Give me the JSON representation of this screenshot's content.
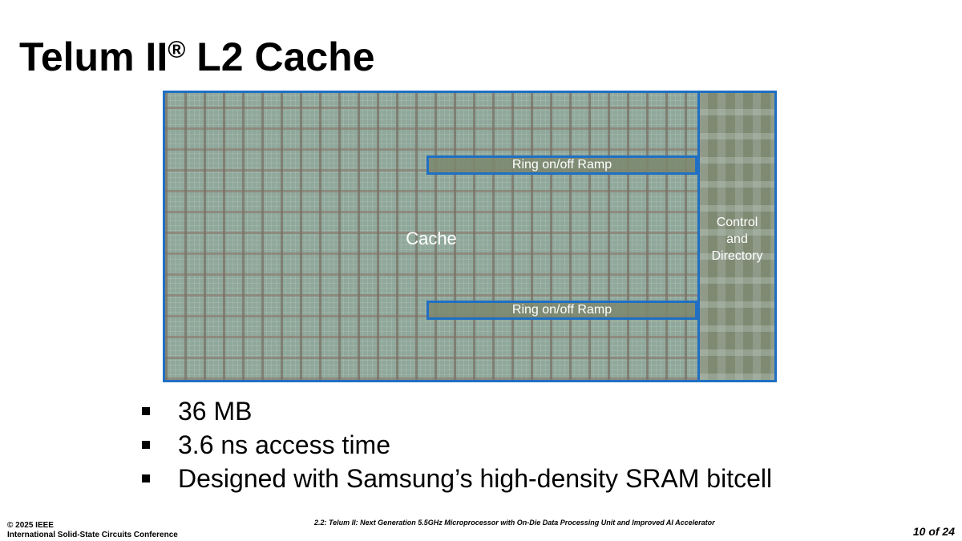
{
  "slide": {
    "title": "Telum II",
    "title_mark": "®",
    "title_rest": " L2 Cache"
  },
  "die": {
    "cache_label": "Cache",
    "ramp_top_label": "Ring on/off Ramp",
    "ramp_bottom_label": "Ring on/off Ramp",
    "control_label_1": "Control",
    "control_label_2": "and",
    "control_label_3": "Directory"
  },
  "bullets": [
    "36 MB",
    "3.6 ns access time",
    "Designed with Samsung’s high-density SRAM bitcell"
  ],
  "footer": {
    "copyright": "© 2025 IEEE",
    "conference": "International Solid-State Circuits Conference",
    "paper": "2.2: Telum II: Next Generation 5.5GHz Microprocessor with On-Die Data Processing Unit and Improved AI Accelerator",
    "page": "10 of 24"
  },
  "colors": {
    "outline": "#1f6fc4"
  }
}
